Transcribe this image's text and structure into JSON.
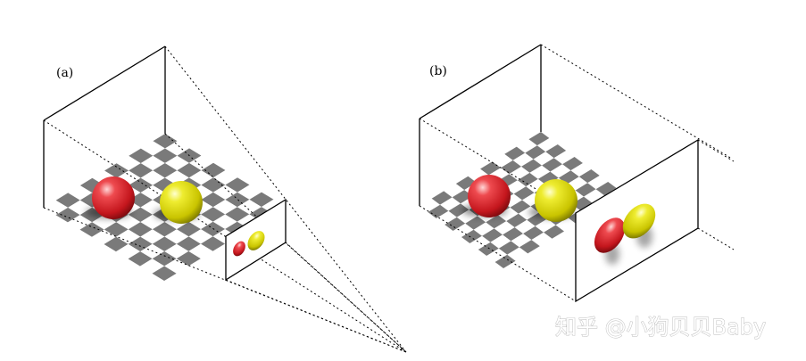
{
  "panels": [
    {
      "id": "a",
      "label": "(a)",
      "projection": "perspective"
    },
    {
      "id": "b",
      "label": "(b)",
      "projection": "orthographic"
    }
  ],
  "watermark": "知乎 @小狗贝贝Baby",
  "colors": {
    "checker_dark": "#7a7a7a",
    "checker_light": "#ffffff",
    "sphere_red": "#d8232a",
    "sphere_yellow": "#d9d600",
    "line": "#000000"
  }
}
